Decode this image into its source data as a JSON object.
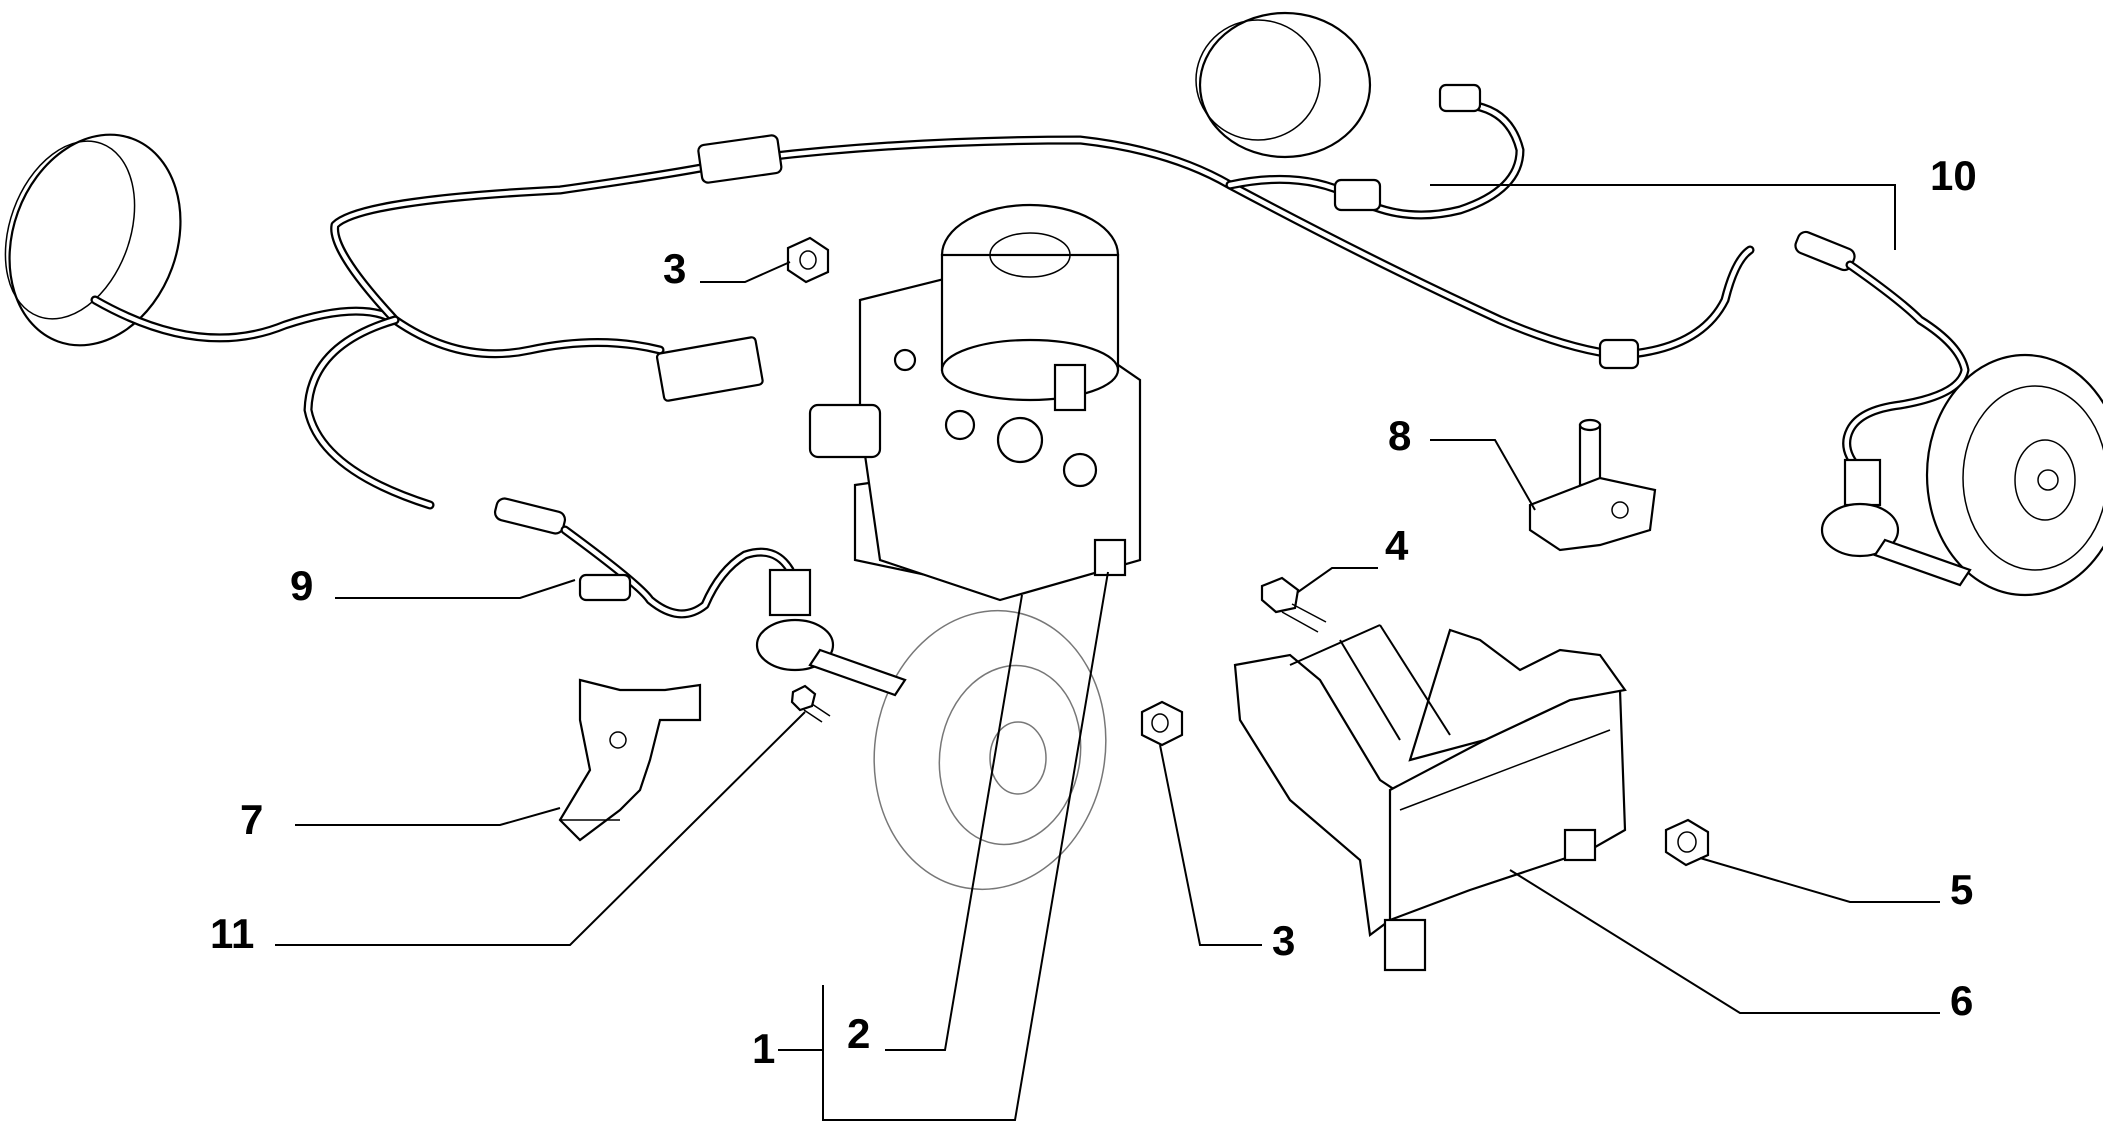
{
  "callouts": {
    "c1": "1",
    "c2": "2",
    "c3_top": "3",
    "c3_bottom": "3",
    "c4": "4",
    "c5": "5",
    "c6": "6",
    "c7": "7",
    "c8": "8",
    "c9": "9",
    "c10": "10",
    "c11": "11"
  }
}
